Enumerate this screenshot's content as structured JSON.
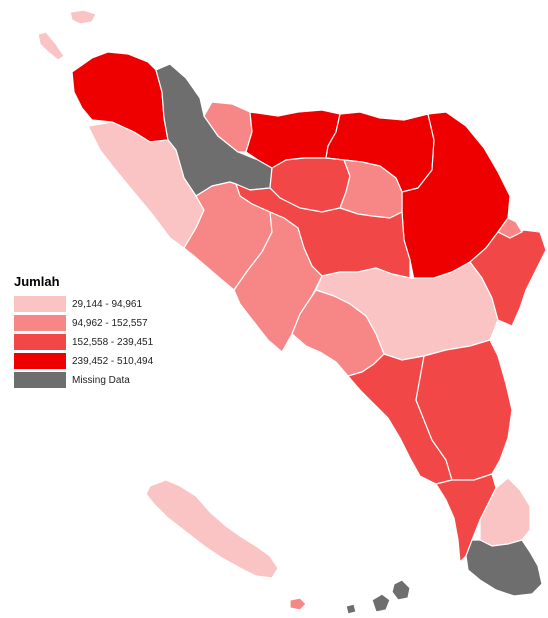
{
  "colors": {
    "class_1": "#fbc4c4",
    "class_2": "#f78686",
    "class_3": "#f14747",
    "class_4": "#ef0000",
    "missing": "#6e6e6e",
    "border": "#ffffff"
  },
  "legend": {
    "title": "Jumlah",
    "items": [
      {
        "label": "29,144 - 94,961",
        "color": "#fbc4c4"
      },
      {
        "label": "94,962 - 152,557",
        "color": "#f78686"
      },
      {
        "label": "152,558 - 239,451",
        "color": "#f14747"
      },
      {
        "label": "239,452 - 510,494",
        "color": "#ef0000"
      },
      {
        "label": "Missing Data",
        "color": "#6e6e6e"
      }
    ]
  },
  "regions": [
    {
      "id": "northwest-tip",
      "class": 4
    },
    {
      "id": "northwest-islands",
      "class": 1
    },
    {
      "id": "north-central-gray",
      "class": 0
    },
    {
      "id": "north-coast-small",
      "class": 2
    },
    {
      "id": "north-central-red",
      "class": 4
    },
    {
      "id": "north-central-red-2",
      "class": 4
    },
    {
      "id": "northeast-large",
      "class": 4
    },
    {
      "id": "central-north-mid",
      "class": 3
    },
    {
      "id": "central-north-light",
      "class": 2
    },
    {
      "id": "central-mid",
      "class": 3
    },
    {
      "id": "west-coast-light",
      "class": 1
    },
    {
      "id": "west-central",
      "class": 2
    },
    {
      "id": "west-central-2",
      "class": 2
    },
    {
      "id": "central-light",
      "class": 1
    },
    {
      "id": "east-coast-mid",
      "class": 3
    },
    {
      "id": "east-small",
      "class": 2
    },
    {
      "id": "southwest-central",
      "class": 2
    },
    {
      "id": "south-central",
      "class": 3
    },
    {
      "id": "south-east",
      "class": 3
    },
    {
      "id": "south-lower",
      "class": 3
    },
    {
      "id": "south-small-light",
      "class": 1
    },
    {
      "id": "south-tip-gray",
      "class": 0
    },
    {
      "id": "simeulue-island",
      "class": 1
    },
    {
      "id": "small-island-south",
      "class": 2
    },
    {
      "id": "banyak-islands",
      "class": 0
    }
  ]
}
